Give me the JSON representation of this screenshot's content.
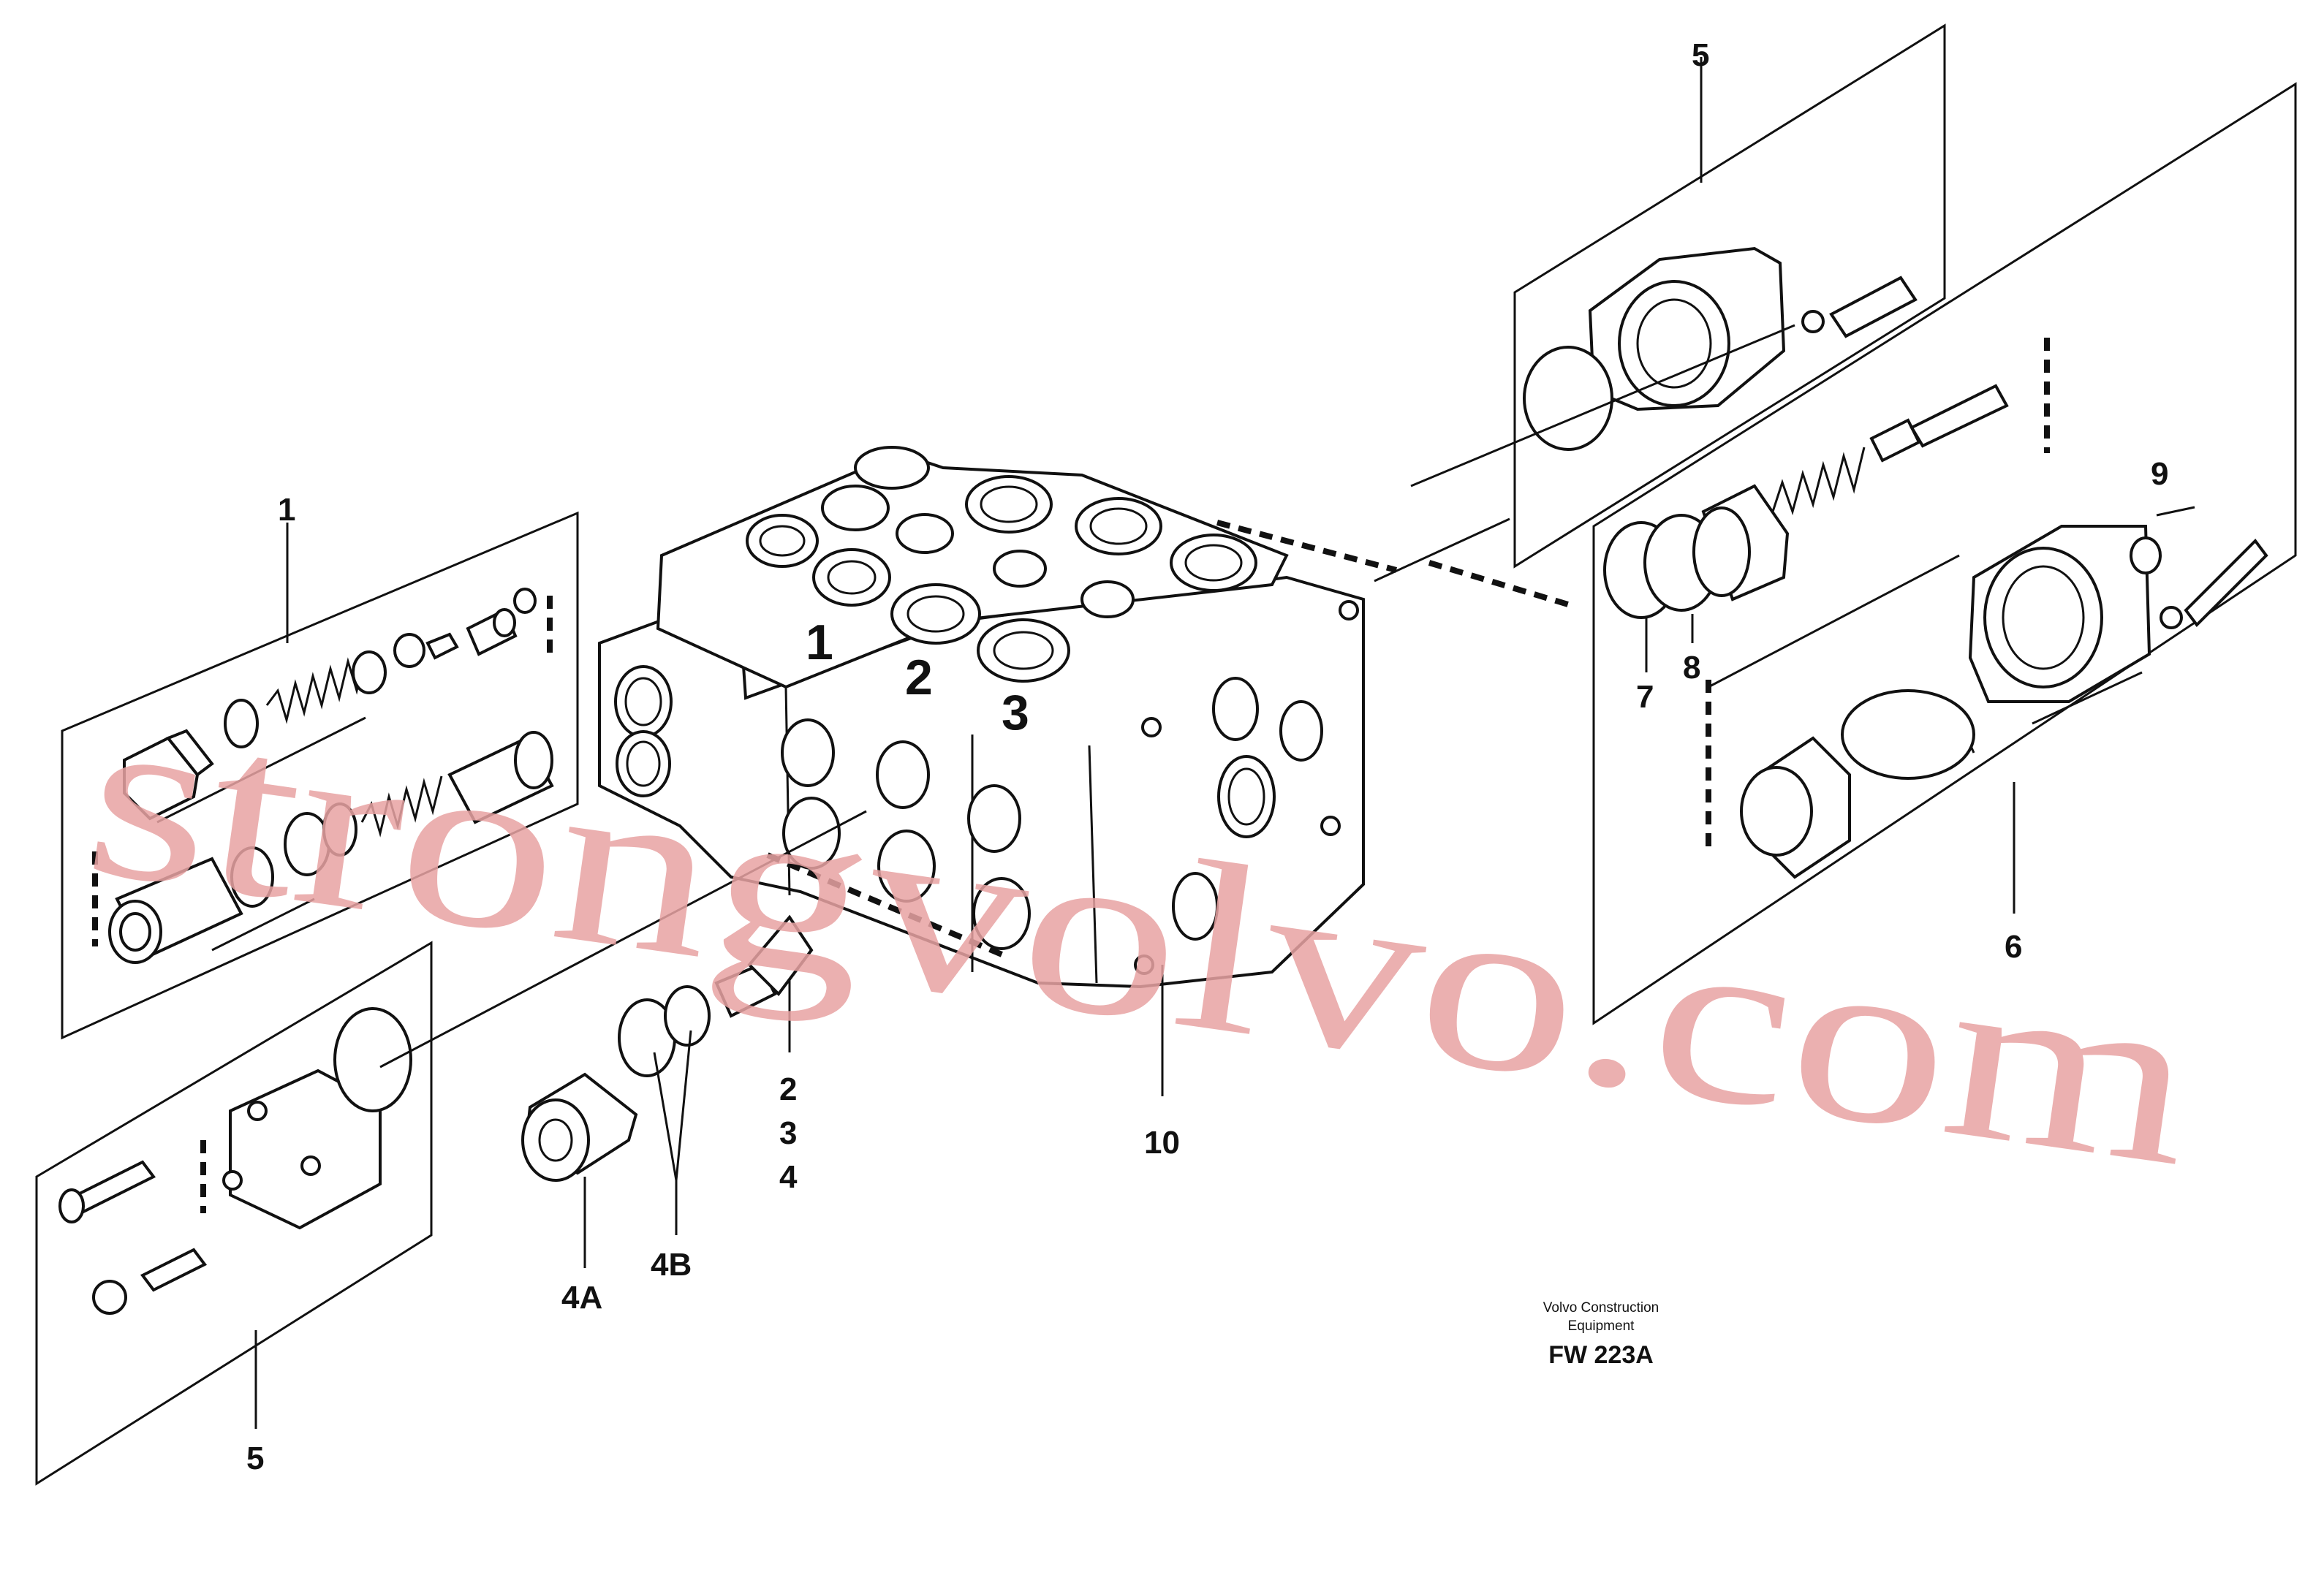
{
  "callouts": {
    "c1": "1",
    "c5_top": "5",
    "c9": "9",
    "c7": "7",
    "c8": "8",
    "c6": "6",
    "c2": "2",
    "c3": "3",
    "c4": "4",
    "c4a": "4A",
    "c4b": "4B",
    "c10": "10",
    "c5_bottom": "5"
  },
  "slots": {
    "s1": "1",
    "s2": "2",
    "s3": "3"
  },
  "footer": {
    "maker_line1": "Volvo Construction",
    "maker_line2": "Equipment",
    "code": "FW 223A"
  },
  "watermark": "strongvolvo.com"
}
